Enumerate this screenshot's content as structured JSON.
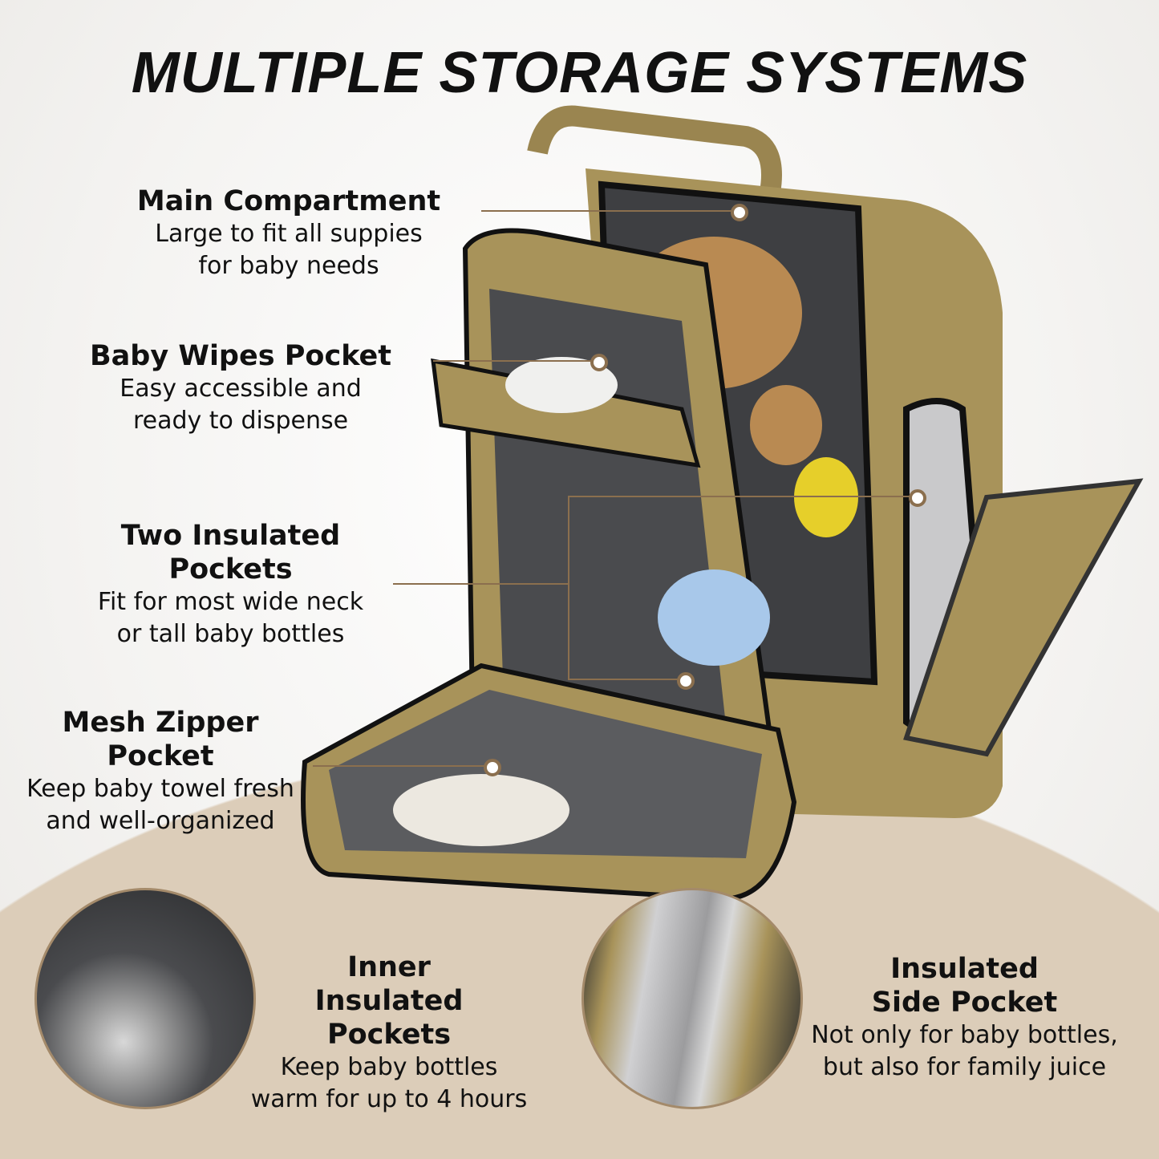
{
  "title": "MULTIPLE STORAGE SYSTEMS",
  "colors": {
    "accent": "#8b6f4e",
    "bag": "#a8935a",
    "arc": "#dccdb9"
  },
  "features": [
    {
      "heading": "Main Compartment",
      "lines": [
        "Large to fit all suppies",
        "for baby needs"
      ]
    },
    {
      "heading": "Baby Wipes Pocket",
      "lines": [
        "Easy accessible and",
        "ready to dispense"
      ]
    },
    {
      "heading": "Two Insulated Pockets",
      "lines": [
        "Fit for most wide neck",
        "or tall baby bottles"
      ]
    },
    {
      "heading": "Mesh Zipper Pocket",
      "lines": [
        "Keep baby towel fresh",
        "and well-organized"
      ]
    },
    {
      "heading": "Inner Insulated Pockets",
      "lines": [
        "Keep baby bottles",
        "warm for up to 4 hours"
      ]
    },
    {
      "heading": "Insulated Side Pocket",
      "lines": [
        "Not only for baby bottles,",
        "but also for family juice"
      ]
    }
  ]
}
